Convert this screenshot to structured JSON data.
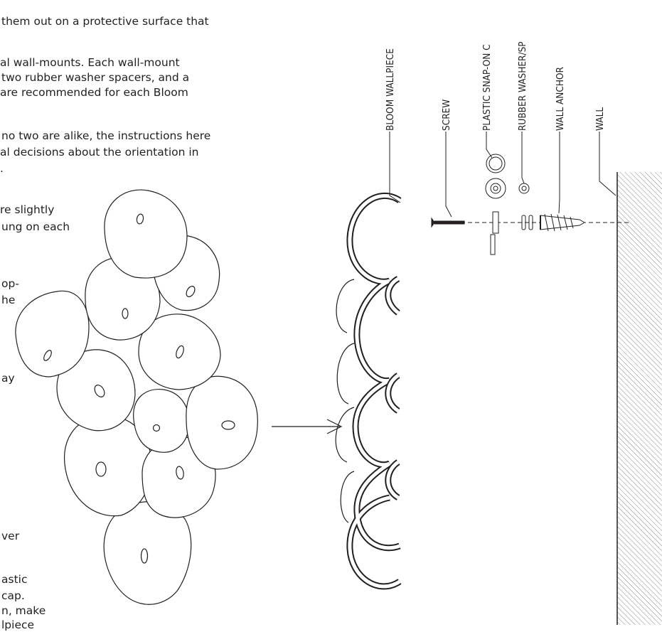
{
  "instructions": {
    "lines": [
      "them out on a protective surface that",
      "al wall-mounts.  Each wall-mount",
      "two rubber washer spacers, and a",
      "are recommended for each Bloom",
      "no two are alike, the instructions here",
      "al decisions about the orientation in",
      ".",
      "re slightly",
      "ung on each",
      "op-",
      "he",
      "ay",
      "ver",
      "astic",
      "cap.",
      "n, make",
      "lpiece"
    ]
  },
  "diagram": {
    "labels": {
      "bloom_wallpiece": "BLOOM WALLPIECE",
      "screw": "SCREW",
      "snap_cap": "PLASTIC SNAP-ON C",
      "rubber_washer": "RUBBER WASHER/SP",
      "wall_anchor": "WALL ANCHOR",
      "wall": "WALL"
    }
  }
}
